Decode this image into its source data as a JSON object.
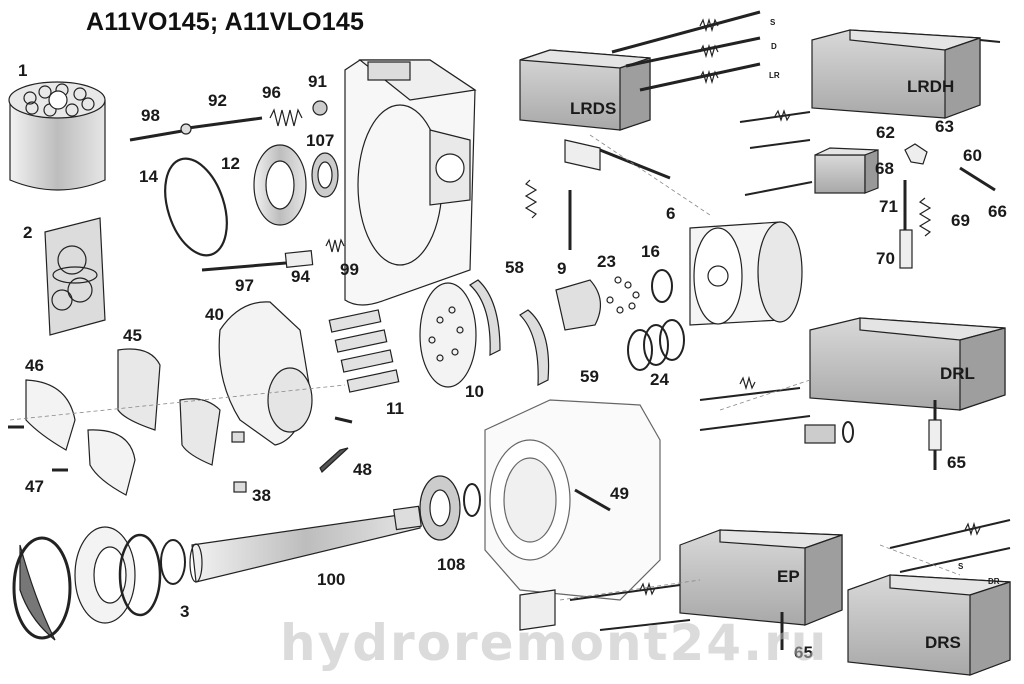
{
  "title": "A11VO145; A11VLO145",
  "watermark": "hydroremont24.ru",
  "part_numbers": {
    "p1": "1",
    "p2": "2",
    "p3": "3",
    "p6": "6",
    "p9": "9",
    "p10": "10",
    "p11": "11",
    "p12": "12",
    "p14": "14",
    "p16": "16",
    "p23": "23",
    "p24": "24",
    "p38": "38",
    "p40": "40",
    "p45": "45",
    "p46": "46",
    "p47": "47",
    "p48": "48",
    "p49": "49",
    "p58": "58",
    "p59": "59",
    "p60": "60",
    "p62": "62",
    "p63": "63",
    "p65a": "65",
    "p65b": "65",
    "p66": "66",
    "p68": "68",
    "p69": "69",
    "p70": "70",
    "p71": "71",
    "p91": "91",
    "p92": "92",
    "p94": "94",
    "p96": "96",
    "p97": "97",
    "p98": "98",
    "p99": "99",
    "p100": "100",
    "p107": "107",
    "p108": "108"
  },
  "blocks": {
    "lrds": "LRDS",
    "lrdh": "LRDH",
    "drl": "DRL",
    "ep": "EP",
    "drs": "DRS"
  },
  "spool_tags": {
    "s1": "S",
    "d1": "D",
    "lr1": "LR",
    "s2": "S",
    "dr2": "DR"
  }
}
